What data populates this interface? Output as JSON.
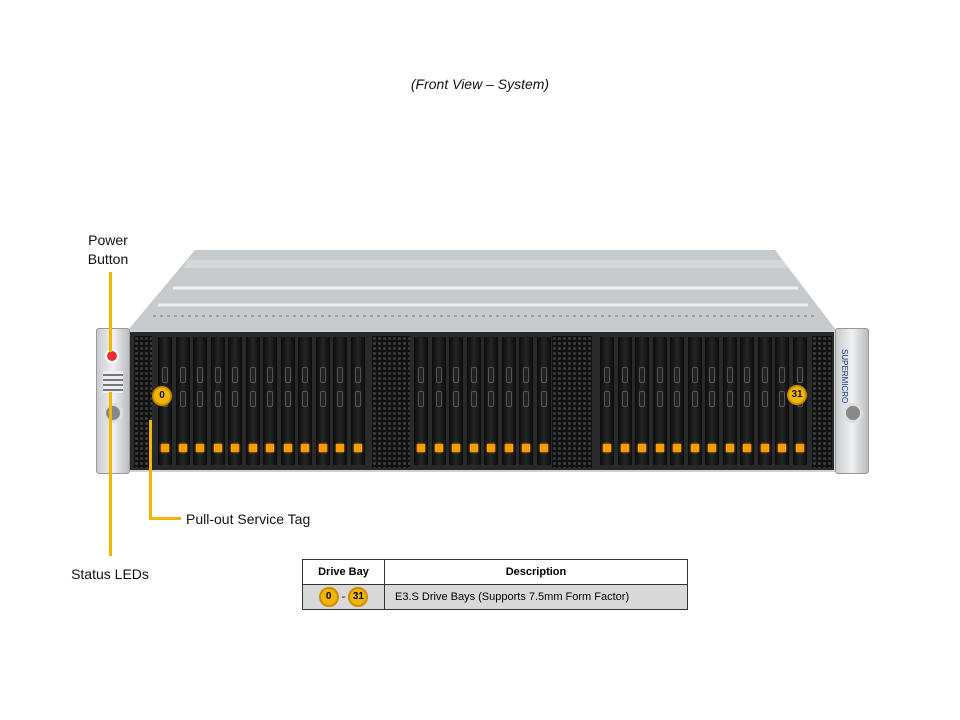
{
  "title": "(Front View – System)",
  "callouts": {
    "power_button": "Power\nButton",
    "power_line1": "Power",
    "power_line2": "Button",
    "service_tag": "Pull-out Service Tag",
    "status_leds": "Status LEDs"
  },
  "server": {
    "brand": "SUPERMICRO",
    "bay_first": "0",
    "bay_last": "31",
    "sections": [
      12,
      8,
      12
    ],
    "colors": {
      "led": "#ff9a00",
      "badge": "#f2b600",
      "callout": "#f2b600"
    }
  },
  "table": {
    "headers": [
      "Drive Bay",
      "Description"
    ],
    "rows": [
      {
        "from": "0",
        "sep": "-",
        "to": "31",
        "description": "E3.S Drive Bays (Supports 7.5mm Form Factor)"
      }
    ]
  }
}
